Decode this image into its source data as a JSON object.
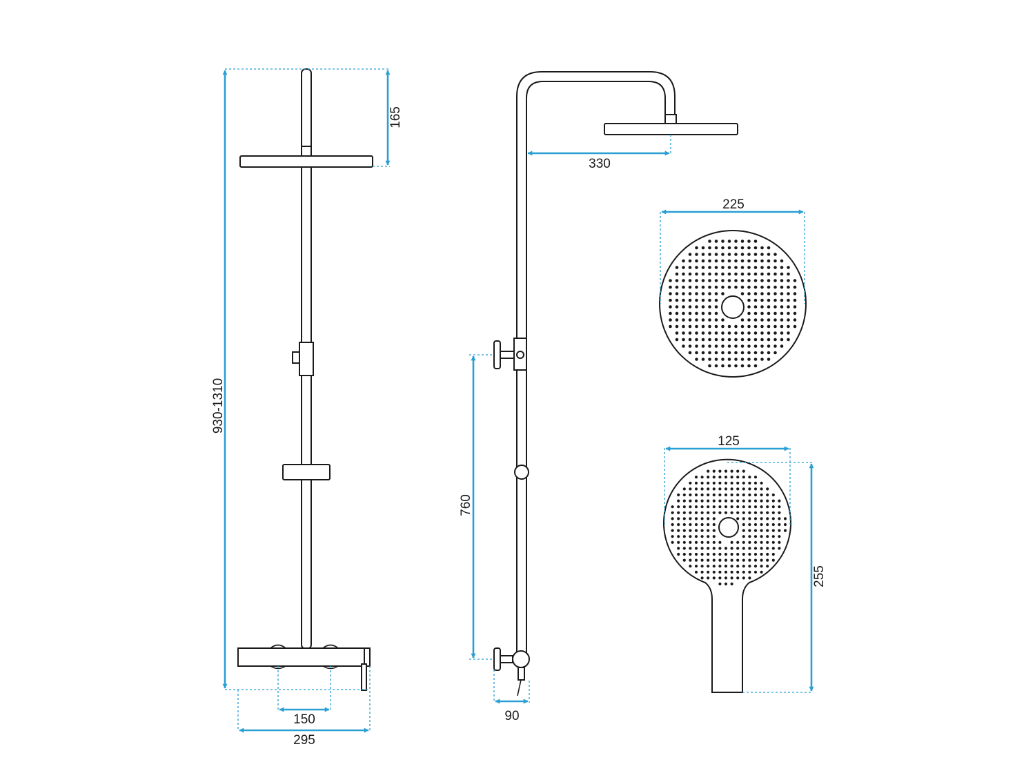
{
  "diagram": {
    "colors": {
      "dimension": "#2a9fd4",
      "outline": "#1a1a1a",
      "background": "#ffffff"
    },
    "dimensions": {
      "total_height": "930-1310",
      "head_height": "165",
      "valve_spacing": "150",
      "mixer_width": "295",
      "slider_height": "760",
      "arm_reach": "330",
      "wall_depth": "90",
      "rain_diameter": "225",
      "hand_diameter": "125",
      "hand_length": "255"
    }
  }
}
